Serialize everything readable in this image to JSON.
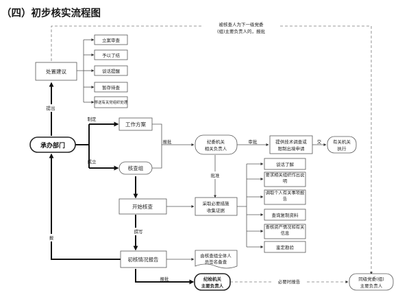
{
  "title": "（四）初步核实流程图",
  "top_note": [
    "被核查人为下一级党委",
    "(组)主要负责人的，报批"
  ],
  "dept": "承办部门",
  "suggest": "处置建议",
  "sub": [
    "立案审查",
    "予以了结",
    "谈话提醒",
    "暂存待查",
    "移送有关党组织处理"
  ],
  "work_plan": "工作方案",
  "check_group": "核查组",
  "start_check": "开始核查",
  "leader1": [
    "纪委机关",
    "相关负责人"
  ],
  "tech": [
    "提供技术调查或",
    "限制出境申请"
  ],
  "exec": [
    "有关机关",
    "执行"
  ],
  "measures": [
    "采取必要措施",
    "收集证据"
  ],
  "methods": [
    "谈话了解",
    "要求相关组织作出说明",
    "调取个人有关事项报告",
    "查询复制资料",
    "查核资产情况和有关信息",
    "鉴定勘验"
  ],
  "report": "初核情况报告",
  "group_sign": [
    "由核查组全体人",
    "员签名备查"
  ],
  "leader2": [
    "纪检机关",
    "主要负责人"
  ],
  "final": [
    "同级党委(组)",
    "主要负责人"
  ],
  "labels": {
    "propose": "提出",
    "make": "制定",
    "establish": "成立",
    "approve": "报批",
    "approve2": "审批",
    "deliver": "交",
    "ratify": "批准",
    "write": "撰写",
    "report_back": "报",
    "report_submit": "报批",
    "must_report": "必要时报告"
  }
}
